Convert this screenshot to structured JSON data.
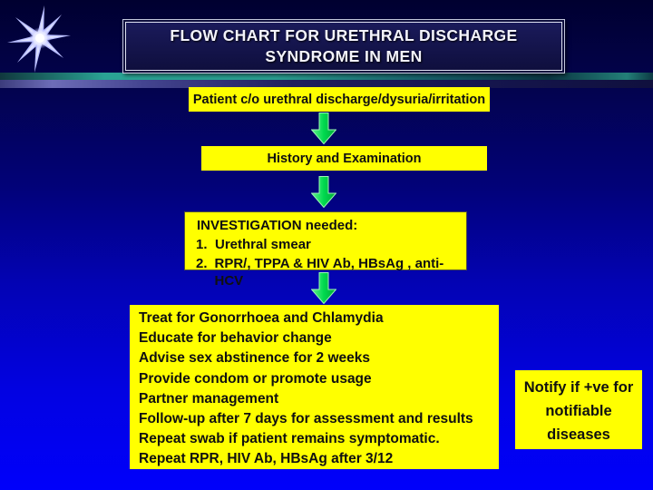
{
  "slide": {
    "title": "FLOW CHART FOR URETHRAL DISCHARGE SYNDROME IN MEN",
    "title_lines": [
      "FLOW CHART FOR URETHRAL DISCHARGE",
      "SYNDROME IN MEN"
    ]
  },
  "flow": {
    "step1": "Patient c/o urethral discharge/dysuria/irritation",
    "step2": "History and Examination",
    "investigation": {
      "heading": "INVESTIGATION needed:",
      "items": [
        {
          "num": "1.",
          "text": "Urethral smear"
        },
        {
          "num": "2.",
          "text": "RPR/, TPPA & HIV Ab, HBsAg , anti-HCV"
        }
      ]
    },
    "treatment_lines": [
      "Treat for Gonorrhoea and Chlamydia",
      "Educate for behavior change",
      "Advise sex abstinence for 2 weeks",
      "Provide condom or promote usage",
      "Partner management",
      "Follow-up after 7 days for assessment and results",
      "Repeat swab if patient remains symptomatic.",
      "Repeat RPR, HIV Ab, HBsAg after 3/12"
    ],
    "notify_lines": [
      "Notify if +ve for",
      "notifiable",
      "diseases"
    ]
  },
  "icons": {
    "starburst": "starburst-icon",
    "arrow": "down-arrow-icon"
  },
  "colors": {
    "box_yellow": "#FFFF00",
    "arrow_green": "#00D94E",
    "band_teal": "#2AA394",
    "band_purple": "#6D6DB8",
    "background_top": "#000030",
    "background_bottom": "#0000FB",
    "title_text": "#F3F3FB"
  }
}
